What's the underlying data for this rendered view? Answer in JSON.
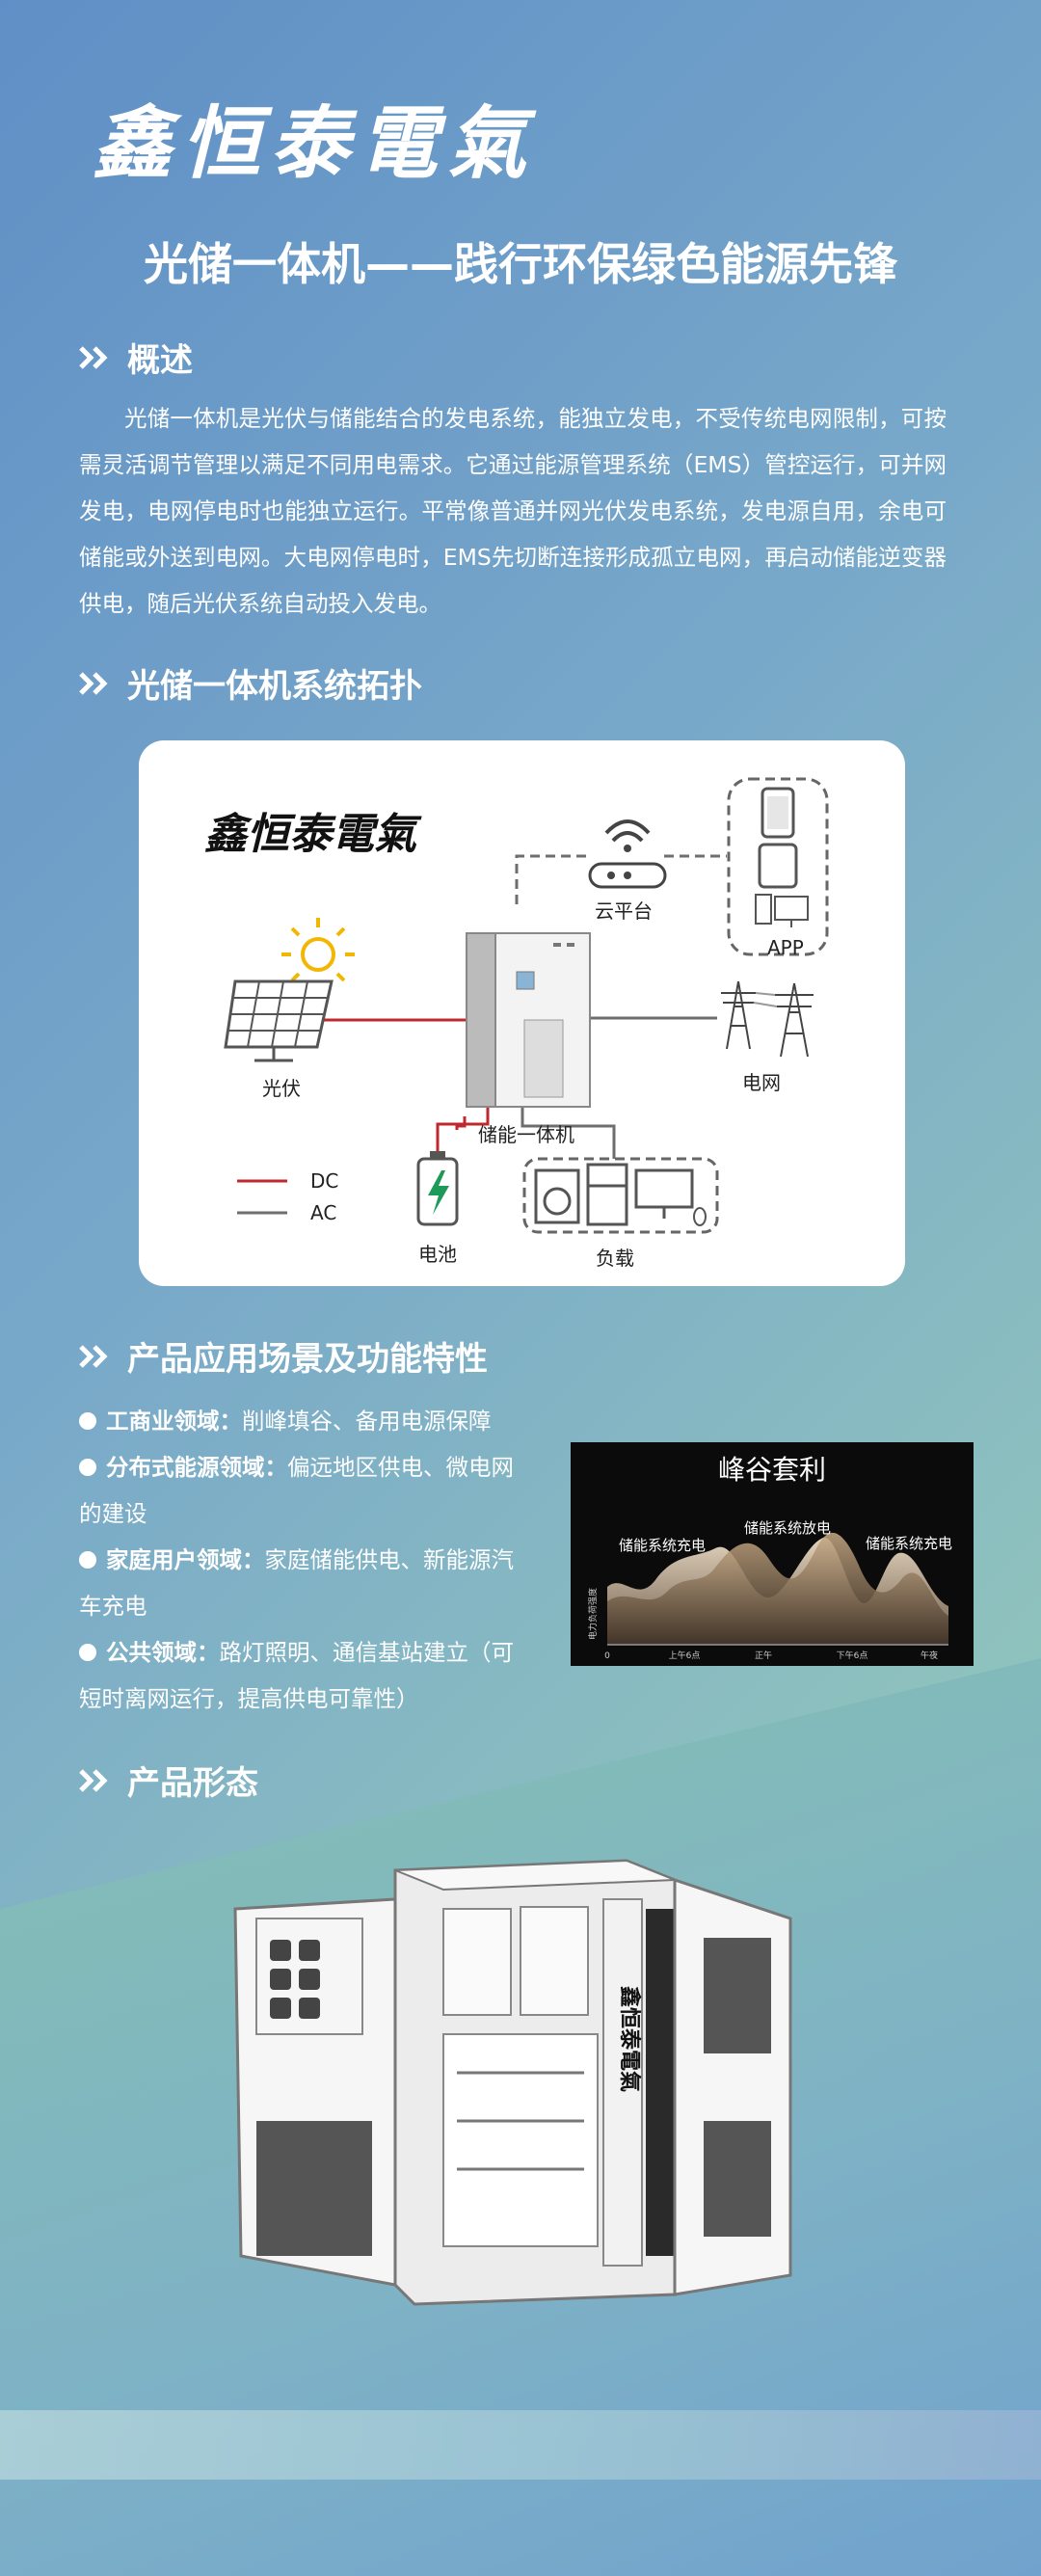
{
  "brand": {
    "name": "鑫恒泰電氣"
  },
  "title": "光储一体机——践行环保绿色能源先锋",
  "sections": {
    "overview": "概述",
    "topology": "光储一体机系统拓扑",
    "features": "产品应用场景及功能特性",
    "form": "产品形态"
  },
  "overview_text": "光储一体机是光伏与储能结合的发电系统，能独立发电，不受传统电网限制，可按需灵活调节管理以满足不同用电需求。它通过能源管理系统（EMS）管控运行，可并网发电，电网停电时也能独立运行。平常像普通并网光伏发电系统，发电源自用，余电可储能或外送到电网。大电网停电时，EMS先切断连接形成孤立电网，再启动储能逆变器供电，随后光伏系统自动投入发电。",
  "topology": {
    "brand": "鑫恒泰電氣",
    "pv": "光伏",
    "storage": "储能一体机",
    "cloud": "云平台",
    "app": "APP",
    "grid": "电网",
    "battery": "电池",
    "load": "负载",
    "legend_dc": "DC",
    "legend_ac": "AC",
    "colors": {
      "dc": "#c0282d",
      "ac": "#6e6e6e"
    }
  },
  "features": [
    {
      "name": "工商业领域：",
      "desc": "削峰填谷、备用电源保障"
    },
    {
      "name": "分布式能源领域：",
      "desc": "偏远地区供电、微电网的建设"
    },
    {
      "name": "家庭用户领域：",
      "desc": "家庭储能供电、新能源汽车充电"
    },
    {
      "name": "公共领域：",
      "desc": "路灯照明、通信基站建立（可短时离网运行，提高供电可靠性）"
    }
  ],
  "peak_valley": {
    "title": "峰谷套利",
    "label_charge_left": "储能系统充电",
    "label_discharge": "储能系统放电",
    "label_charge_right": "储能系统充电",
    "y_label": "电力负荷强度",
    "ticks": [
      "0",
      "上午6点",
      "正午",
      "下午6点",
      "午夜"
    ]
  },
  "cabinet_brand": "鑫恒泰電氣"
}
